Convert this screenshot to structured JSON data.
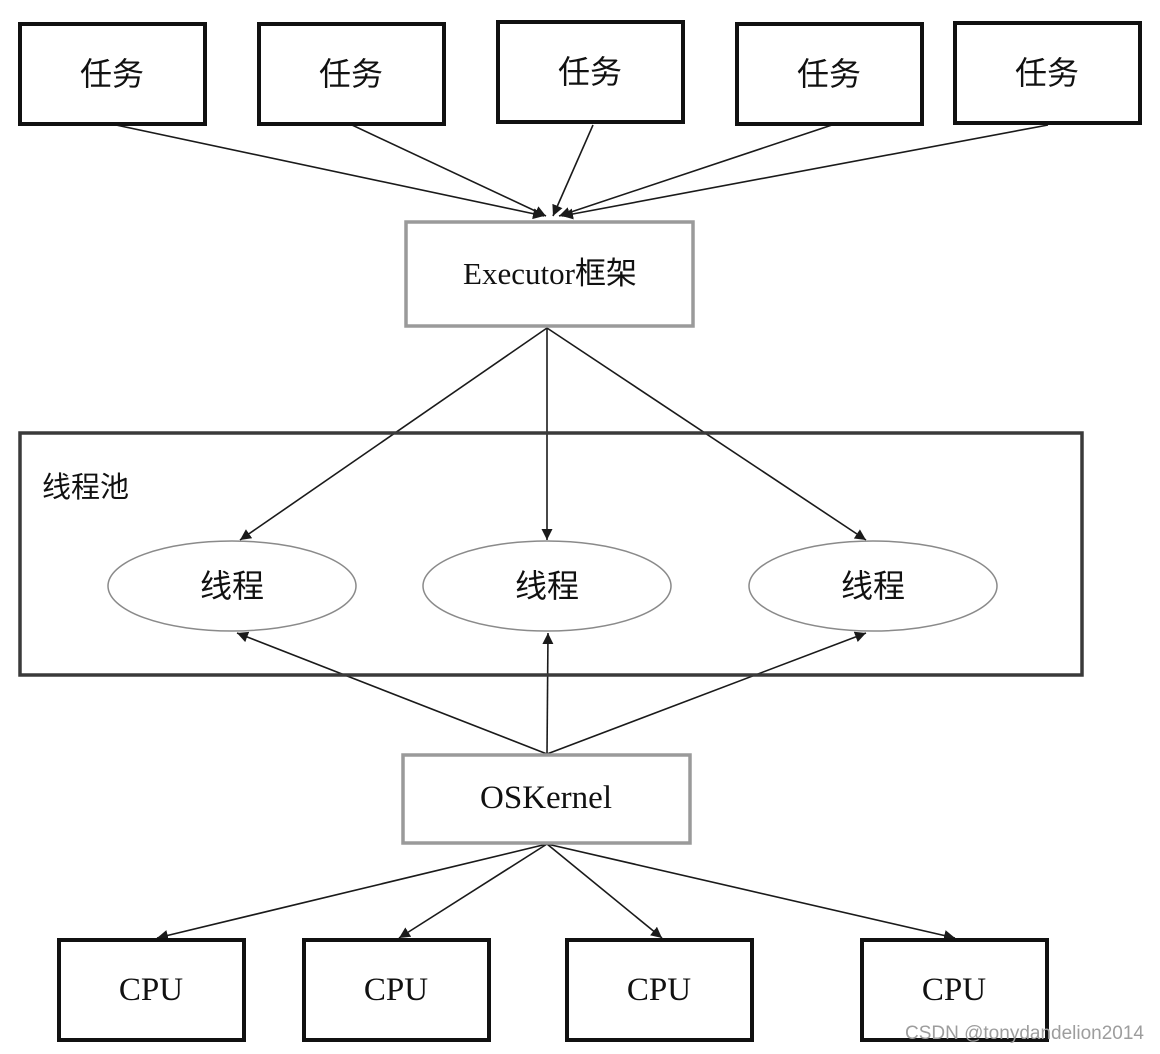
{
  "tasks": [
    "任务",
    "任务",
    "任务",
    "任务",
    "任务"
  ],
  "executor": {
    "label": "Executor框架"
  },
  "thread_pool": {
    "label": "线程池",
    "threads": [
      "线程",
      "线程",
      "线程"
    ]
  },
  "os_kernel": {
    "label": "OSKernel"
  },
  "cpus": [
    "CPU",
    "CPU",
    "CPU",
    "CPU"
  ],
  "watermark": "CSDN @tonydandelion2014",
  "colors": {
    "box_border": "#111111",
    "grey_box_border": "#9a9a9a",
    "pool_border": "#3a3a3a",
    "ellipse_border": "#8a8a8a",
    "arrow": "#1a1a1a",
    "watermark": "#9d9d9d"
  }
}
